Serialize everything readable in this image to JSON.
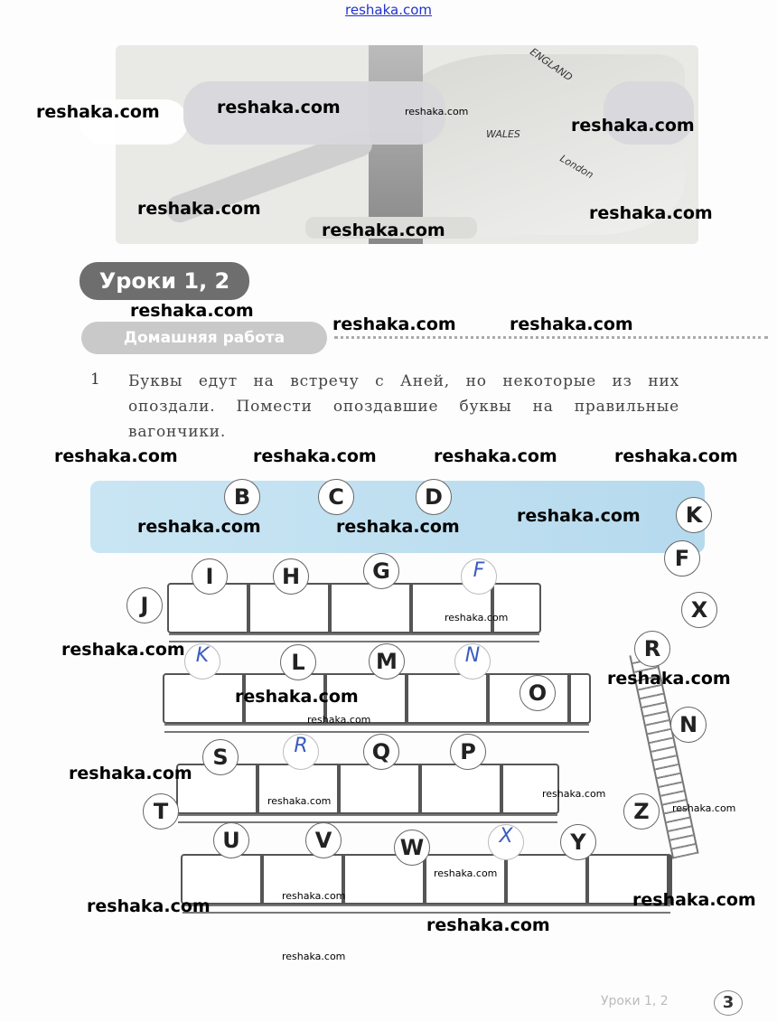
{
  "header_banner": {
    "map_labels": [
      "ENGLAND",
      "WALES",
      "London"
    ]
  },
  "lesson": {
    "title": "Уроки 1, 2",
    "section": "Домашняя работа"
  },
  "task": {
    "number": "1",
    "text": "Буквы едут на встречу с Аней, но некоторые из них опоздали. Помести опоздавшие буквы на правильные вагончики."
  },
  "letters": {
    "printed": [
      "B",
      "C",
      "D",
      "I",
      "H",
      "G",
      "J",
      "L",
      "M",
      "O",
      "S",
      "Q",
      "P",
      "T",
      "U",
      "V",
      "W",
      "Y",
      "Z",
      "K",
      "F",
      "X",
      "R",
      "N"
    ],
    "handwritten": [
      "F",
      "K",
      "N",
      "R",
      "X"
    ]
  },
  "footer": {
    "running_title": "Уроки 1, 2",
    "page_number": "3"
  },
  "watermarks": [
    "reshaka.com"
  ]
}
